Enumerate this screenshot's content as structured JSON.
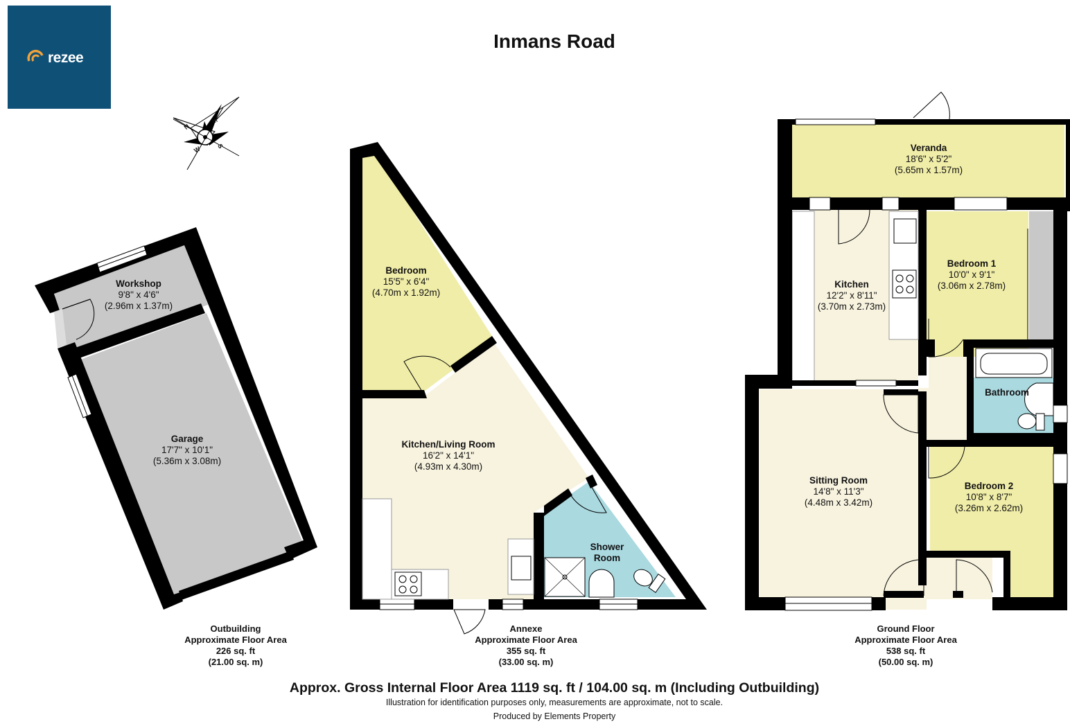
{
  "brand": {
    "name": "rezee",
    "color": "#0f5077"
  },
  "title": "Inmans Road",
  "colors": {
    "bedroom": "#f0eda8",
    "living": "#f8f3df",
    "wet_room": "#aad9e0",
    "garage": "#c8c8c8",
    "wall": "#000000"
  },
  "compass": {
    "n": "N",
    "e": "E",
    "s": "S",
    "w": "W"
  },
  "rooms": {
    "workshop": {
      "name": "Workshop",
      "imperial": "9'8\" x 4'6\"",
      "metric": "(2.96m x 1.37m)"
    },
    "garage": {
      "name": "Garage",
      "imperial": "17'7\" x 10'1\"",
      "metric": "(5.36m x 3.08m)"
    },
    "annexe_bedroom": {
      "name": "Bedroom",
      "imperial": "15'5\" x 6'4\"",
      "metric": "(4.70m x 1.92m)"
    },
    "kitchen_living": {
      "name": "Kitchen/Living Room",
      "imperial": "16'2\" x 14'1\"",
      "metric": "(4.93m x 4.30m)"
    },
    "shower_room": {
      "name": "Shower Room"
    },
    "veranda": {
      "name": "Veranda",
      "imperial": "18'6\" x 5'2\"",
      "metric": "(5.65m x 1.57m)"
    },
    "kitchen": {
      "name": "Kitchen",
      "imperial": "12'2\" x 8'11\"",
      "metric": "(3.70m x 2.73m)"
    },
    "bedroom1": {
      "name": "Bedroom 1",
      "imperial": "10'0\" x 9'1\"",
      "metric": "(3.06m x 2.78m)"
    },
    "bathroom": {
      "name": "Bathroom"
    },
    "sitting_room": {
      "name": "Sitting Room",
      "imperial": "14'8\" x 11'3\"",
      "metric": "(4.48m x 3.42m)"
    },
    "bedroom2": {
      "name": "Bedroom 2",
      "imperial": "10'8\" x 8'7\"",
      "metric": "(3.26m x 2.62m)"
    }
  },
  "areas": {
    "outbuilding": {
      "name": "Outbuilding",
      "label": "Approximate Floor Area",
      "sqft": "226 sq. ft",
      "sqm": "(21.00 sq. m)"
    },
    "annexe": {
      "name": "Annexe",
      "label": "Approximate Floor Area",
      "sqft": "355 sq. ft",
      "sqm": "(33.00 sq. m)"
    },
    "ground": {
      "name": "Ground Floor",
      "label": "Approximate Floor Area",
      "sqft": "538 sq. ft",
      "sqm": "(50.00 sq. m)"
    }
  },
  "gross_area": "Approx. Gross Internal Floor Area 1119 sq. ft / 104.00 sq. m (Including Outbuilding)",
  "disclaimer": "Illustration for identification purposes only, measurements are approximate, not to scale.",
  "producer": "Produced by Elements Property"
}
